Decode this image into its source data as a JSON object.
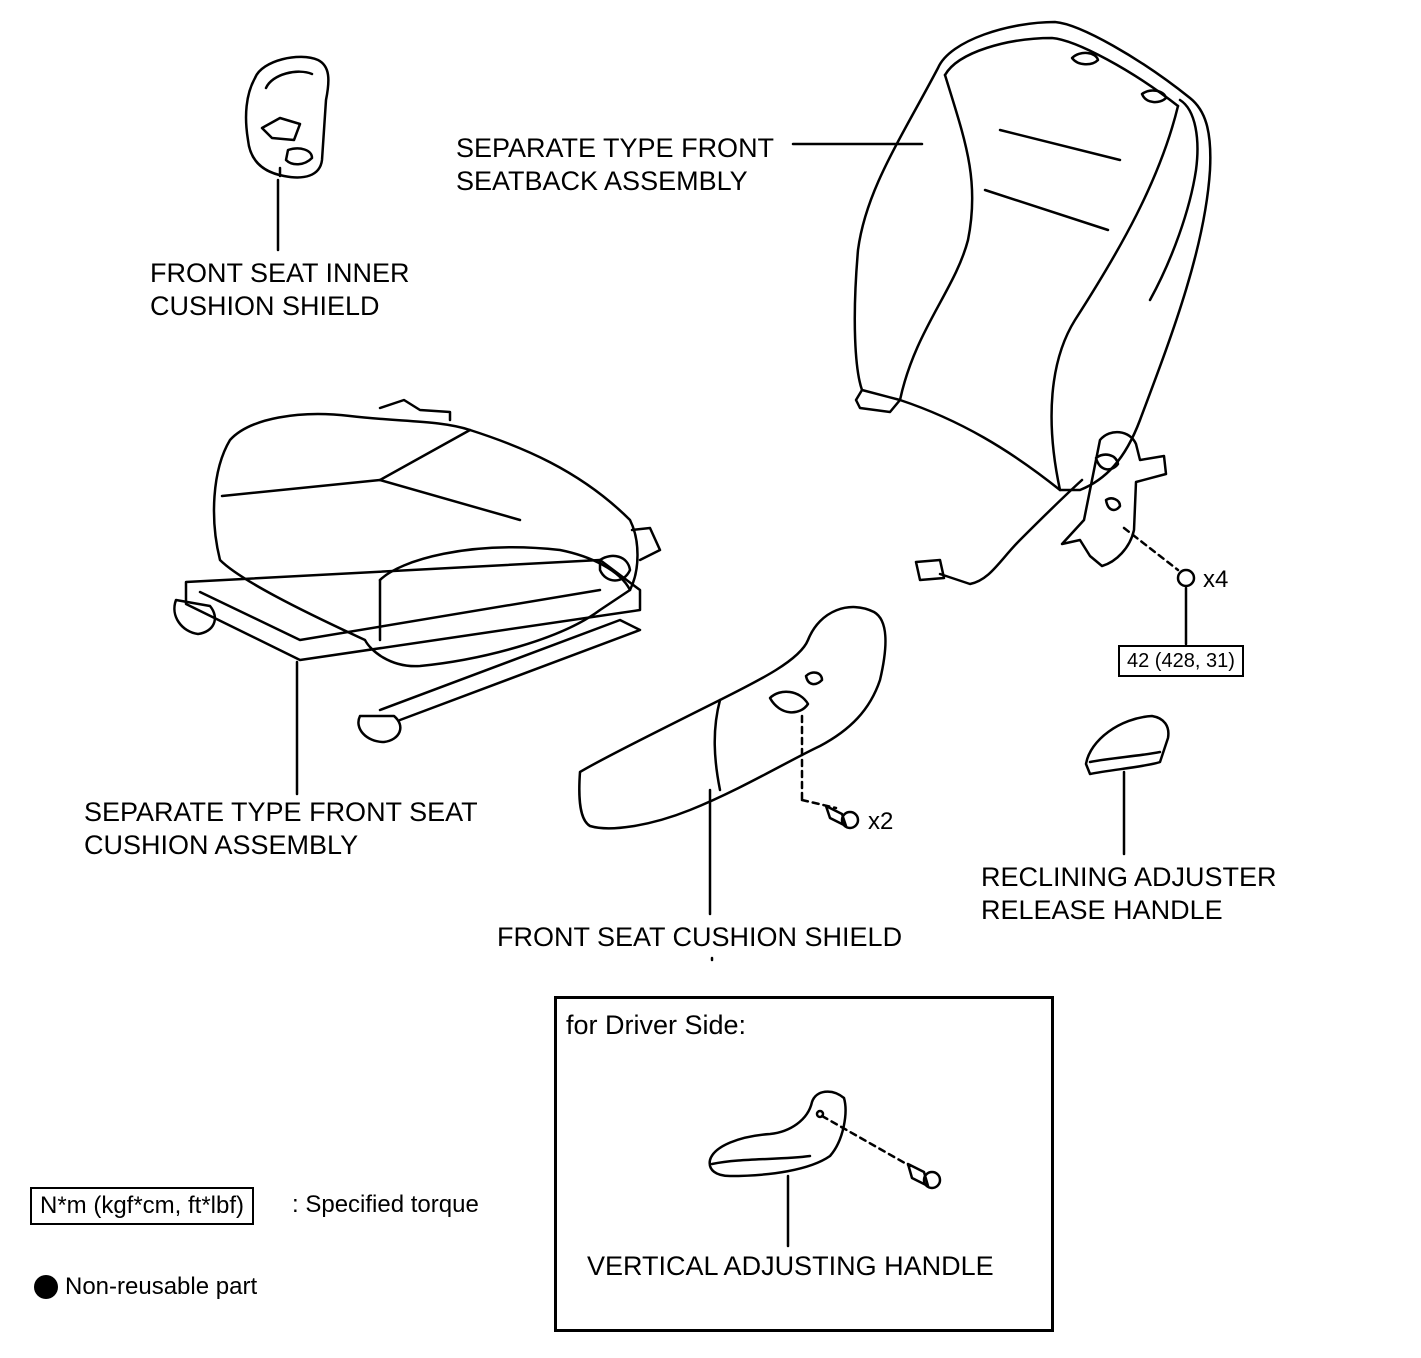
{
  "labels": {
    "inner_shield": [
      "FRONT SEAT INNER",
      "CUSHION SHIELD"
    ],
    "seatback": [
      "SEPARATE TYPE FRONT",
      "SEATBACK ASSEMBLY"
    ],
    "cushion_assembly": [
      "SEPARATE TYPE FRONT SEAT",
      "CUSHION ASSEMBLY"
    ],
    "cushion_shield": "FRONT SEAT CUSHION SHIELD",
    "reclining_handle": [
      "RECLINING ADJUSTER",
      "RELEASE HANDLE"
    ],
    "vertical_handle": "VERTICAL ADJUSTING HANDLE"
  },
  "torque": "42 (428, 31)",
  "quantities": {
    "recliner_bolts": "x4",
    "shield_screws": "x2"
  },
  "inset": {
    "title": "for Driver Side:"
  },
  "legend": {
    "torque_box": "N*m (kgf*cm, ft*lbf)",
    "torque_text": ": Specified torque",
    "nonreusable_text": "Non-reusable part"
  }
}
